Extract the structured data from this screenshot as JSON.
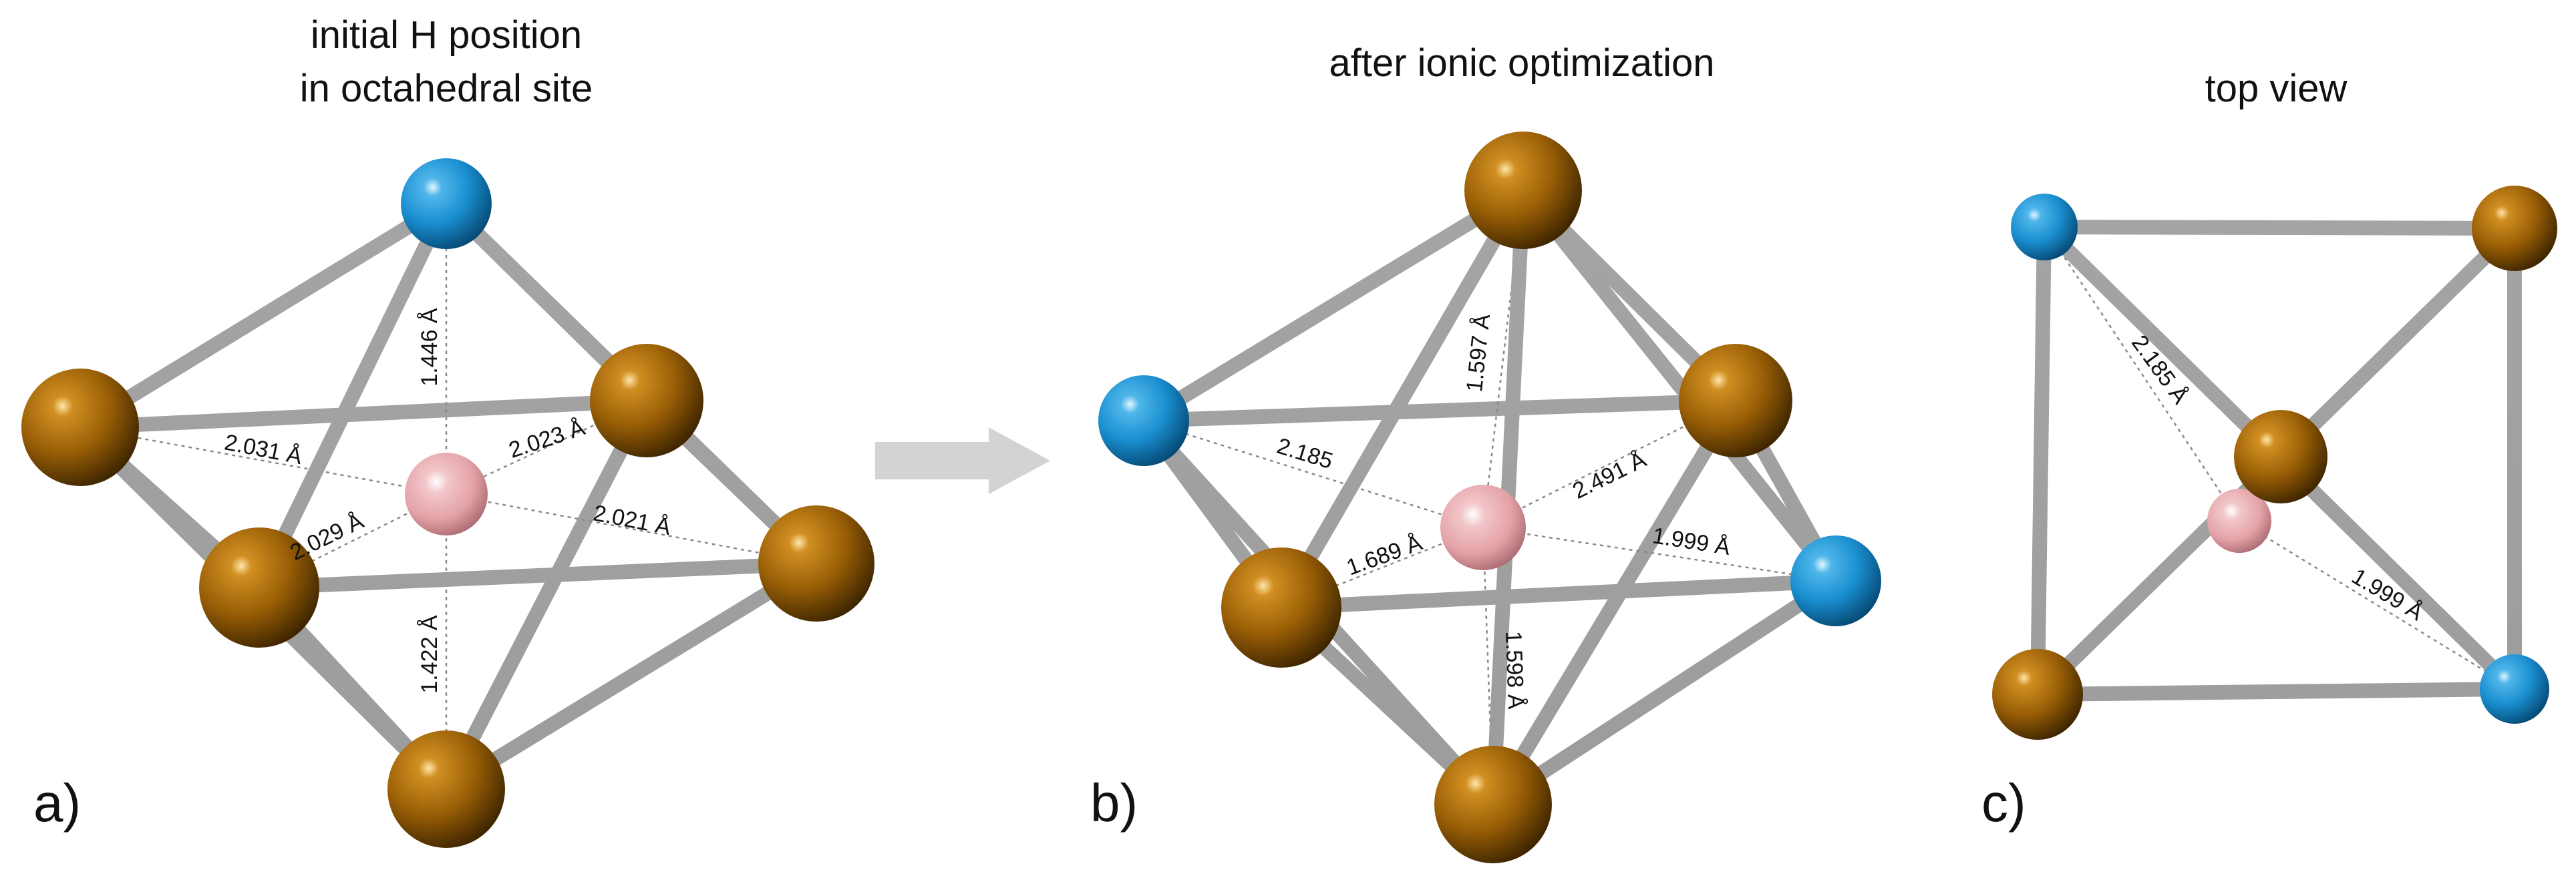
{
  "panels": {
    "a": {
      "letter": "a)",
      "title_lines": [
        "initial H position",
        "in octahedral site"
      ],
      "distances": [
        "1.446 Å",
        "2.031 Å",
        "2.023 Å",
        "2.029 Å",
        "2.021 Å",
        "1.422 Å"
      ]
    },
    "b": {
      "letter": "b)",
      "title_lines": [
        "after ionic optimization"
      ],
      "distances": [
        "1.597 Å",
        "2.185",
        "2.491 Å",
        "1.689 Å",
        "1.999 Å",
        "1.598 Å"
      ]
    },
    "c": {
      "letter": "c)",
      "title_lines": [
        "top view"
      ],
      "distances": [
        "2.185 Å",
        "1.999 Å"
      ]
    }
  },
  "colors": {
    "metal_atom": "#9a5f06",
    "blue_atom": "#1a8fd0",
    "hydrogen_atom": "#e6a9ad",
    "bond": "#a3a3a3",
    "arrow": "#d3d3d3"
  }
}
